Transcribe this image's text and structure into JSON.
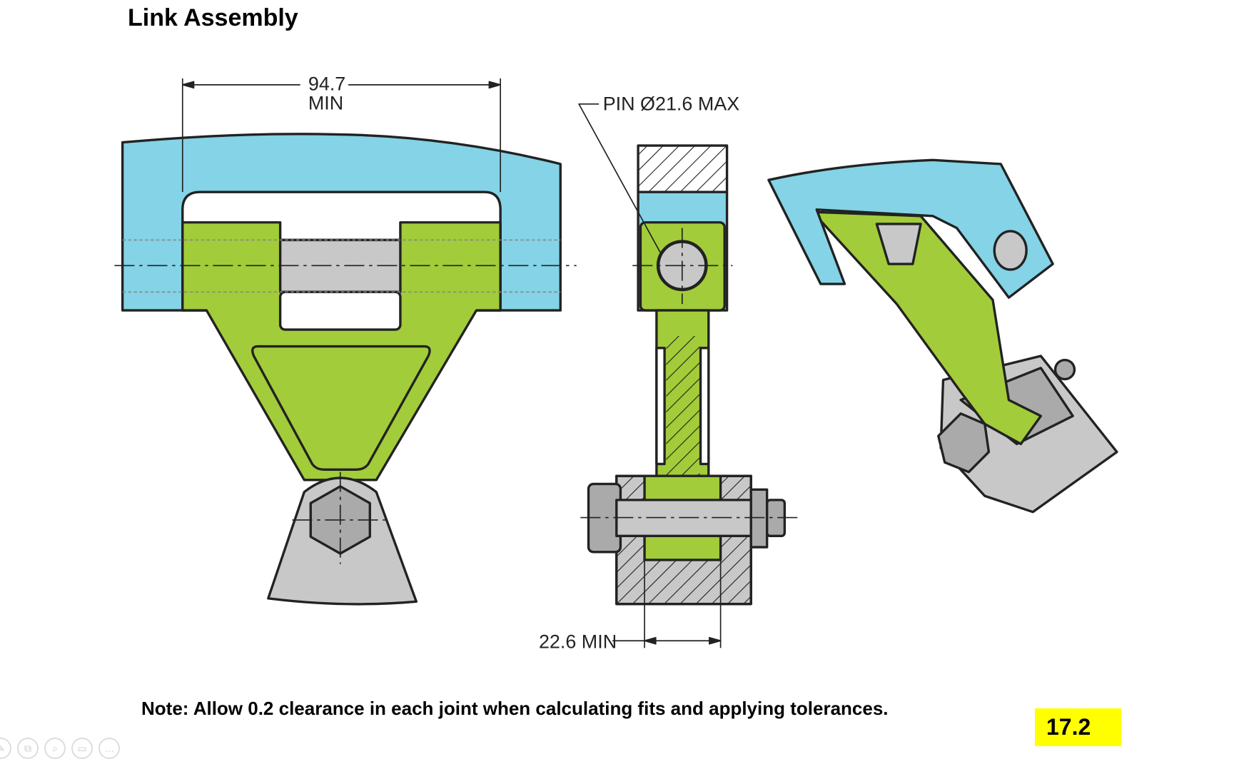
{
  "title": "Link Assembly",
  "dimensions": {
    "width_value": "94.7",
    "width_suffix": "MIN",
    "pin_label": "PIN Ø21.6 MAX",
    "slot_label": "22.6 MIN"
  },
  "note": "Note:  Allow 0.2 clearance in each joint when calculating fits and applying tolerances.",
  "badge": "17.2",
  "colors": {
    "blue": "#84d3e6",
    "green": "#a2cc3a",
    "gray": "#c8c8c8",
    "badge": "#ffff00"
  },
  "toolbar": [
    {
      "icon": "pen-icon",
      "glyph": "✎"
    },
    {
      "icon": "slides-icon",
      "glyph": "⧉"
    },
    {
      "icon": "zoom-icon",
      "glyph": "⌕"
    },
    {
      "icon": "subtitles-icon",
      "glyph": "▭"
    },
    {
      "icon": "more-icon",
      "glyph": "…"
    }
  ]
}
